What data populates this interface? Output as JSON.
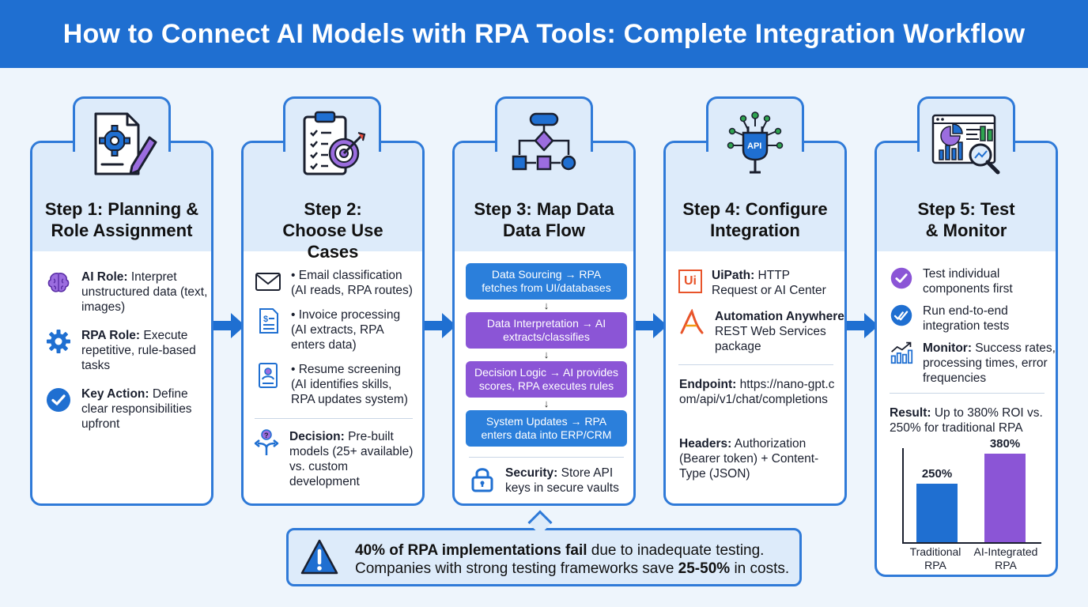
{
  "title": "How to Connect AI Models with RPA Tools: Complete Integration Workflow",
  "colors": {
    "header": "#1f6fd1",
    "border": "#2f7ad8",
    "panel": "#ddebfa",
    "flow_blue": "#2b7fdb",
    "flow_purple": "#8b55d6",
    "bar_blue": "#1f6fd1",
    "bar_purple": "#8b55d6"
  },
  "steps": [
    {
      "title": "Step 1: Planning & Role Assignment",
      "icon": "document-gear-pencil-icon",
      "items": [
        {
          "icon": "brain-icon",
          "bold": "AI Role:",
          "text": " Interpret unstructured data (text, images)"
        },
        {
          "icon": "gear-icon",
          "bold": "RPA Role:",
          "text": " Execute repetitive, rule-based tasks"
        },
        {
          "icon": "check-circle-icon",
          "bold": "Key Action:",
          "text": " Define clear responsibilities upfront"
        }
      ]
    },
    {
      "title": "Step 2: Choose Use Cases",
      "icon": "clipboard-target-icon",
      "items": [
        {
          "icon": "envelope-icon",
          "text": "• Email classification (AI reads, RPA routes)"
        },
        {
          "icon": "invoice-icon",
          "text": "• Invoice processing (AI extracts, RPA enters data)"
        },
        {
          "icon": "resume-icon",
          "text": "• Resume screening (AI identifies skills, RPA updates system)"
        }
      ],
      "decision": {
        "icon": "split-arrows-icon",
        "bold": "Decision:",
        "text": " Pre-built models (25+ available) vs. custom development"
      }
    },
    {
      "title": "Step 3: Map Data Data Flow",
      "icon": "flowchart-icon",
      "flow": [
        {
          "text": "Data Sourcing → RPA fetches from UI/databases",
          "color": "blue"
        },
        {
          "text": "Data Interpretation → AI extracts/classifies",
          "color": "purple"
        },
        {
          "text": "Decision Logic → AI provides scores, RPA executes rules",
          "color": "purple"
        },
        {
          "text": "System Updates → RPA enters data into ERP/CRM",
          "color": "blue"
        }
      ],
      "flow_arrow": "↓",
      "security": {
        "icon": "padlock-icon",
        "bold": "Security:",
        "text": " Store API keys in secure vaults"
      }
    },
    {
      "title": "Step 4: Configure Integration",
      "icon": "api-plug-icon",
      "items": [
        {
          "icon": "uipath-logo-icon",
          "bold": "UiPath:",
          "text": " HTTP Request or AI Center",
          "logo": "Ui"
        },
        {
          "icon": "automation-anywhere-logo-icon",
          "bold": "Automation Anywhere:",
          "text": " REST Web Services package"
        }
      ],
      "endpoint": {
        "bold": "Endpoint:",
        "text": " https://nano-gpt.com/api/v1/chat/completions"
      },
      "headers": {
        "bold": "Headers:",
        "text": " Authorization (Bearer token) + Content-Type (JSON)"
      }
    },
    {
      "title": "Step 5: Test & Monitor",
      "icon": "dashboard-magnifier-icon",
      "items": [
        {
          "icon": "check-circle-purple-icon",
          "text": "Test individual components first"
        },
        {
          "icon": "check-double-icon",
          "text": "Run end-to-end integration tests"
        },
        {
          "icon": "bar-trend-icon",
          "bold": "Monitor:",
          "text": " Success rates, processing times, error frequencies"
        }
      ],
      "result": {
        "bold": "Result:",
        "text": " Up to 380% ROI vs. 250% for traditional RPA"
      }
    }
  ],
  "chart_data": {
    "type": "bar",
    "categories": [
      "Traditional RPA",
      "AI-Integrated RPA"
    ],
    "values": [
      250,
      380
    ],
    "data_labels": [
      "250%",
      "380%"
    ],
    "colors": [
      "#1f6fd1",
      "#8b55d6"
    ],
    "ylim": [
      0,
      400
    ],
    "grid": false
  },
  "callout": {
    "icon": "warning-triangle-icon",
    "line1_bold": "40% of RPA implementations fail",
    "line1_rest": " due to inadequate testing.",
    "line2_start": "Companies with strong testing frameworks save ",
    "line2_bold": "25-50%",
    "line2_end": " in costs."
  }
}
